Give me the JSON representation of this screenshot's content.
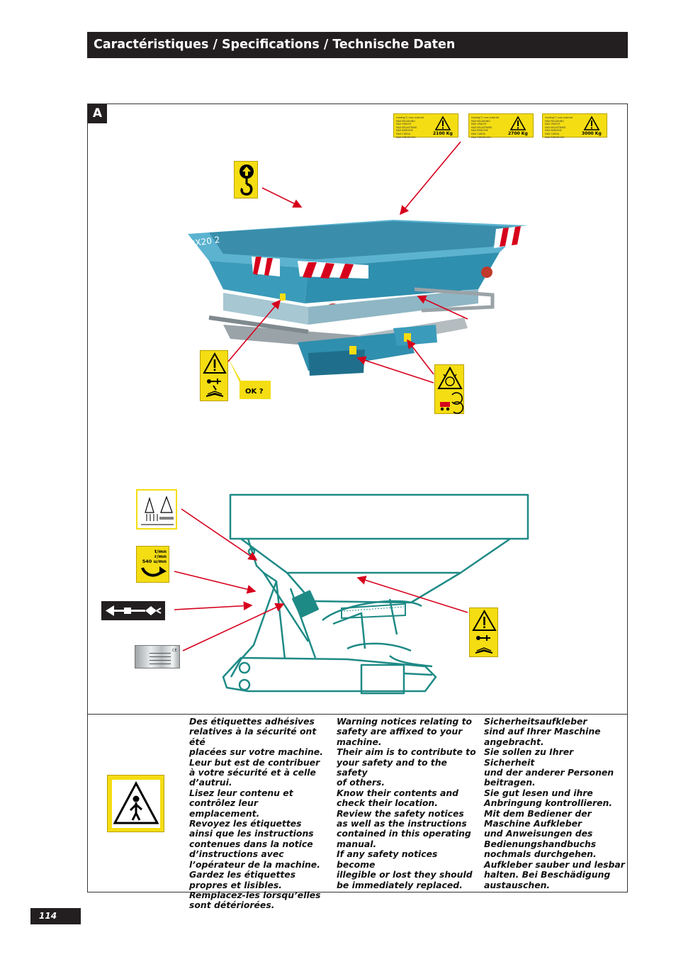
{
  "header": {
    "title": "Caractéristiques / Specifications / Technische Daten"
  },
  "section": {
    "label": "A"
  },
  "weight_labels": [
    {
      "lines": "Usedkg(?) max autorisé\nMAX BELADUNG\nMAX VRACHT\nMAX BELASTNING\nMAX BEBOSSE\nMAX CARGA\nMAX RIMORCHIO",
      "weight": "2100 Kg"
    },
    {
      "lines": "Usedkg(?) max autorisé\nMAX BELADUNG\nMAX VRACHT\nMAX BELASTNING\nMAX BEBOSSE\nMAX CARGA\nMAX RIMORCHIO",
      "weight": "2700 Kg"
    },
    {
      "lines": "Usedkg(?) max autorisé\nMAX BELADUNG\nMAX VRACHT\nMAX BELASTNING\nMAX BEBOSSE\nMAX CARGA\nMAX RIMORCHIO",
      "weight": "3000 Kg"
    }
  ],
  "machine": {
    "model": "DX20 2",
    "ok_text": "OK ?"
  },
  "pto_label": {
    "line1": "t/mn",
    "line2": "r/mn",
    "line3": "540 u/mn"
  },
  "colors": {
    "sticker_yellow": "#f4dd12",
    "machine_blue": "#3b9bba",
    "arrow_red": "#d6001c",
    "drawing_teal": "#1e8a86",
    "header_bg": "#231f20"
  },
  "icons": [
    "lifting-hook-icon",
    "warning-triangle-icon",
    "rotating-disc-hazard-icon",
    "pto-shaft-icon",
    "manual-book-icon",
    "ce-plate-icon",
    "person-warning-icon"
  ],
  "text": {
    "fr": [
      "Des étiquettes adhésives",
      "relatives à la sécurité ont été",
      "placées sur votre machine.",
      "Leur but est de contribuer",
      "à votre sécurité et à celle",
      "d’autrui.",
      "Lisez leur contenu et",
      "contrôlez leur emplacement.",
      "Revoyez les étiquettes",
      "ainsi que les instructions",
      "contenues dans la notice",
      "d’instructions avec",
      "l’opérateur de la machine.",
      "Gardez les étiquettes",
      "propres et lisibles.",
      "Remplacez-les lorsqu’elles",
      "sont détériorées."
    ],
    "en": [
      "Warning notices relating to",
      "safety are affixed to your",
      "machine.",
      "Their aim is to contribute to",
      "your safety and to the safety",
      "of others.",
      "Know their contents and",
      "check their location.",
      "Review the safety notices",
      "as well as the instructions",
      "contained in this operating",
      "manual.",
      "If any safety notices become",
      "illegible or lost they should",
      "be immediately replaced."
    ],
    "de": [
      "Sicherheitsaufkleber",
      "sind auf Ihrer Maschine",
      "angebracht.",
      "Sie sollen zu Ihrer Sicherheit",
      "und der anderer Personen",
      "beitragen.",
      "Sie gut lesen und ihre",
      "Anbringung kontrollieren.",
      "Mit dem Bediener der",
      "Maschine Aufkleber",
      "und Anweisungen des",
      "Bedienungshandbuchs",
      "nochmals durchgehen.",
      "Aufkleber sauber und lesbar",
      "halten. Bei Beschädigung",
      "austauschen."
    ]
  },
  "page_number": "114"
}
